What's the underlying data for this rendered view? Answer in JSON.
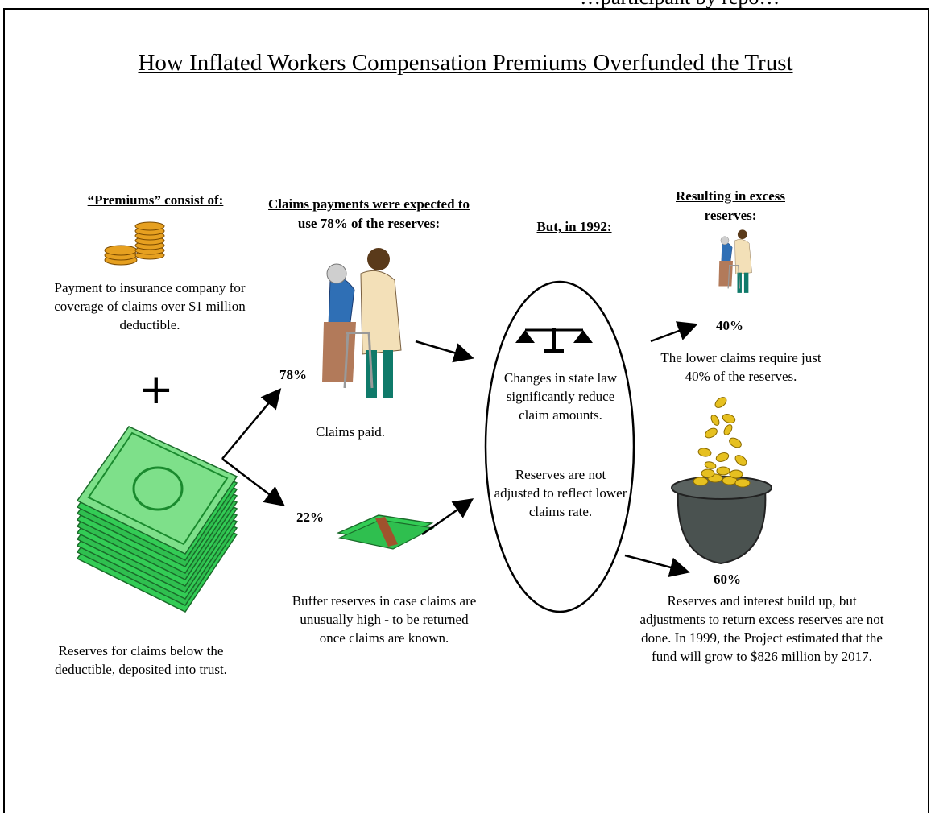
{
  "header_fragment": "…participant by repo…",
  "title": "How Inflated Workers Compensation Premiums Overfunded the Trust",
  "col1": {
    "heading": "“Premiums” consist of:",
    "insurance_text": "Payment to insurance company for coverage of claims over $1 million deductible.",
    "plus": "+",
    "reserves_text": "Reserves for claims below the deductible, deposited into trust."
  },
  "col2": {
    "heading": "Claims payments were expected to use 78% of the reserves:",
    "pct_top": "78%",
    "claims_paid": "Claims paid.",
    "pct_bottom": "22%",
    "buffer_text": "Buffer reserves in case claims are unusually high - to be returned once claims are known."
  },
  "col3": {
    "heading": "But, in 1992:",
    "law_text": "Changes in state law significantly reduce claim amounts.",
    "reserves_text": "Reserves are not adjusted to reflect lower claims rate."
  },
  "col4": {
    "heading": "Resulting in excess reserves:",
    "pct_top": "40%",
    "lower_text": "The lower claims require just 40% of the reserves.",
    "pct_bottom": "60%",
    "build_text": "Reserves and interest build up, but adjustments to return excess reserves are not done. In 1999, the Project estimated that the fund will grow to $826 million by 2017."
  },
  "colors": {
    "money_green": "#33cc55",
    "money_dark": "#1a8a2e",
    "coin_gold": "#e6a020",
    "pot": "#4a5250",
    "coat": "#f3e0b8",
    "sweater": "#2f6fb5"
  }
}
